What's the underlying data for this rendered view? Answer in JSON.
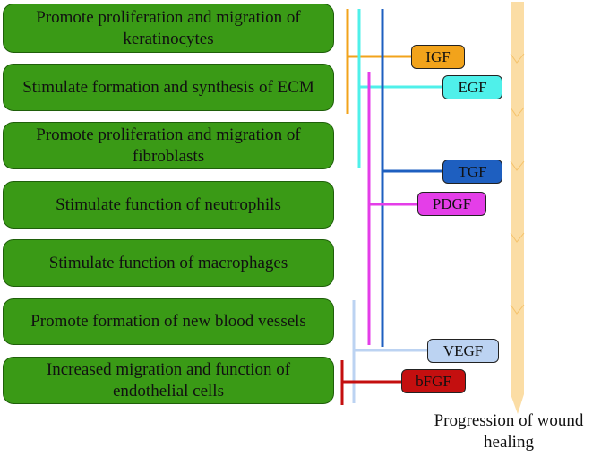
{
  "functions": [
    {
      "text": "Promote proliferation and migration of keratinocytes"
    },
    {
      "text": "Stimulate formation and synthesis of ECM"
    },
    {
      "text": "Promote proliferation and migration of fibroblasts"
    },
    {
      "text": "Stimulate function of neutrophils"
    },
    {
      "text": "Stimulate function of macrophages"
    },
    {
      "text": "Promote formation of new blood vessels"
    },
    {
      "text": "Increased migration and function of endothelial cells"
    }
  ],
  "growth_factors": [
    {
      "label": "IGF",
      "color": "#f2a31b"
    },
    {
      "label": "EGF",
      "color": "#4ff0ea"
    },
    {
      "label": "TGF",
      "color": "#1e5fc0"
    },
    {
      "label": "PDGF",
      "color": "#e43ee8"
    },
    {
      "label": "VEGF",
      "color": "#bcd3f2"
    },
    {
      "label": "bFGF",
      "color": "#c40f0f"
    }
  ],
  "box_color": "#3a9a16",
  "progression_arrow_color": "#fbd99b",
  "caption": "Progression of wound healing"
}
